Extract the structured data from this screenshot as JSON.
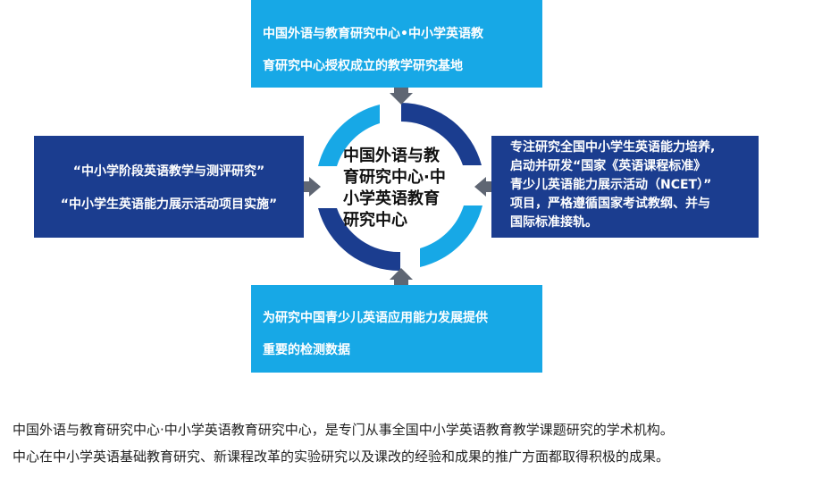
{
  "center": {
    "title_lines": [
      "中国外语与教",
      "育研究中心·中",
      "小学英语教育",
      "研究中心"
    ]
  },
  "top_box": {
    "lines": [
      "中国外语与教育研究中心•中小学英语教",
      "育研究中心授权成立的教学研究基地"
    ]
  },
  "left_box": {
    "lines": [
      "“中小学阶段英语教学与测评研究”",
      "“中小学生英语能力展示活动项目实施”"
    ]
  },
  "right_box": {
    "lines": [
      "专注研究全国中小学生英语能力培养,",
      "启动并研发“国家《英语课程标准》",
      "青少儿英语能力展示活动（NCET）”",
      "项目，严格遵循国家考试教纲、并与",
      "国际标准接轨。"
    ]
  },
  "bottom_box": {
    "lines": [
      "为研究中国青少儿英语应用能力发展提供",
      "重要的检测数据"
    ]
  },
  "description": {
    "lines": [
      "中国外语与教育研究中心·中小学英语教育研究中心，是专门从事全国中小学英语教育教学课题研究的学术机构。",
      "中心在中小学英语基础教育研究、新课程改革的实验研究以及课改的经验和成果的推广方面都取得积极的成果。"
    ]
  },
  "colors": {
    "light_blue": "#17a8e6",
    "dark_blue": "#1b3d8f",
    "arrow_gray": "#5f6673"
  }
}
